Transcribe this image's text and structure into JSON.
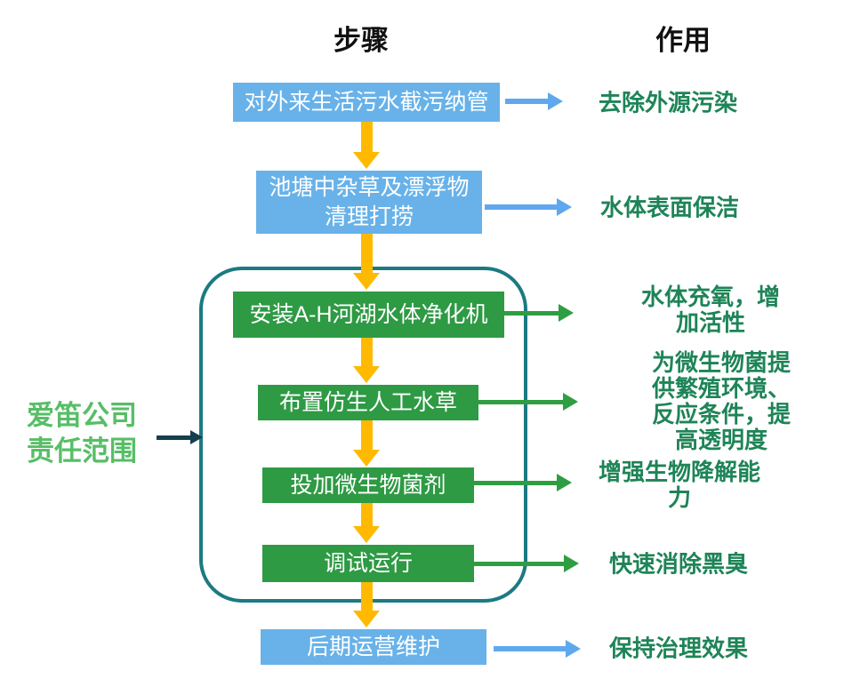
{
  "headers": {
    "steps": "步骤",
    "effects": "作用"
  },
  "side_label": {
    "line1": "爱笛公司",
    "line2": "责任范围"
  },
  "flow": {
    "steps": [
      {
        "label": "对外来生活污水截污纳管",
        "effect": "去除外源污染",
        "box_color": "blue",
        "arrow_color": "blue"
      },
      {
        "label": "池塘中杂草及漂浮物\n清理打捞",
        "effect": "水体表面保洁",
        "box_color": "blue",
        "arrow_color": "blue"
      },
      {
        "label": "安装A-H河湖水体净化机",
        "effect": "水体充氧，增加活性",
        "box_color": "green",
        "arrow_color": "green"
      },
      {
        "label": "布置仿生人工水草",
        "effect": "为微生物菌提供繁殖环境、\n反应条件，提高透明度",
        "box_color": "green",
        "arrow_color": "green"
      },
      {
        "label": "投加微生物菌剂",
        "effect": "增强生物降解能力",
        "box_color": "green",
        "arrow_color": "green"
      },
      {
        "label": "调试运行",
        "effect": "快速消除黑臭",
        "box_color": "green",
        "arrow_color": "green"
      },
      {
        "label": "后期运营维护",
        "effect": "保持治理效果",
        "box_color": "blue",
        "arrow_color": "blue"
      }
    ]
  },
  "colors": {
    "blue_box": "#68B2E9",
    "green_box": "#2E9A44",
    "orange_arrow": "#FFB900",
    "blue_arrow": "#5FA8EE",
    "green_arrow": "#2F9E42",
    "effect_text": "#1E8457",
    "side_label_text": "#57BE66",
    "scope_border": "#1B7A82",
    "dark_arrow": "#153F4D",
    "header_text": "#111111",
    "box_text": "#FFFFFF",
    "background": "#FFFFFF"
  }
}
